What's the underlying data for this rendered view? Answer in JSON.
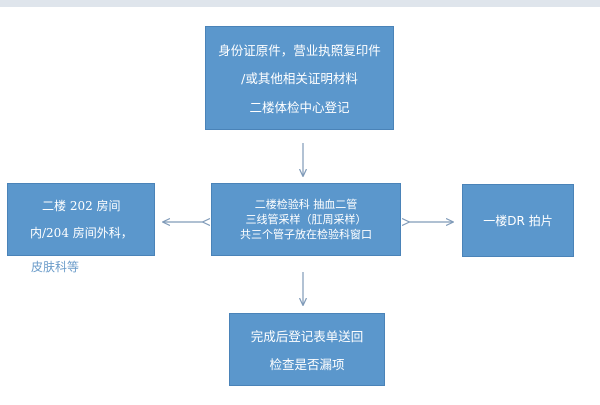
{
  "diagram": {
    "nodes": {
      "registration": {
        "lines": [
          "身份证原件，营业执照复印件",
          "/或其他相关证明材料",
          "二楼体检中心登记"
        ]
      },
      "lab": {
        "lines": [
          "二楼检验科 抽血二管",
          "三线管采样（肛周采样）",
          "共三个管子放在检验科窗口"
        ]
      },
      "surgery": {
        "lines": [
          "二楼 202 房间",
          "内/204 房间外科，",
          "皮肤科等"
        ]
      },
      "dr": {
        "lines": [
          "一楼DR 拍片"
        ]
      },
      "return": {
        "lines": [
          "完成后登记表单送回",
          "检查是否漏项"
        ]
      }
    },
    "edges": [
      {
        "from": "registration",
        "to": "lab",
        "direction": "forward"
      },
      {
        "from": "lab",
        "to": "surgery",
        "direction": "both"
      },
      {
        "from": "lab",
        "to": "dr",
        "direction": "both"
      },
      {
        "from": "lab",
        "to": "return",
        "direction": "forward"
      }
    ],
    "colors": {
      "box_fill": "#5b97cc",
      "box_border": "#4a83b8",
      "box_text": "#ffffff",
      "arrow": "#7f9ab8"
    }
  }
}
